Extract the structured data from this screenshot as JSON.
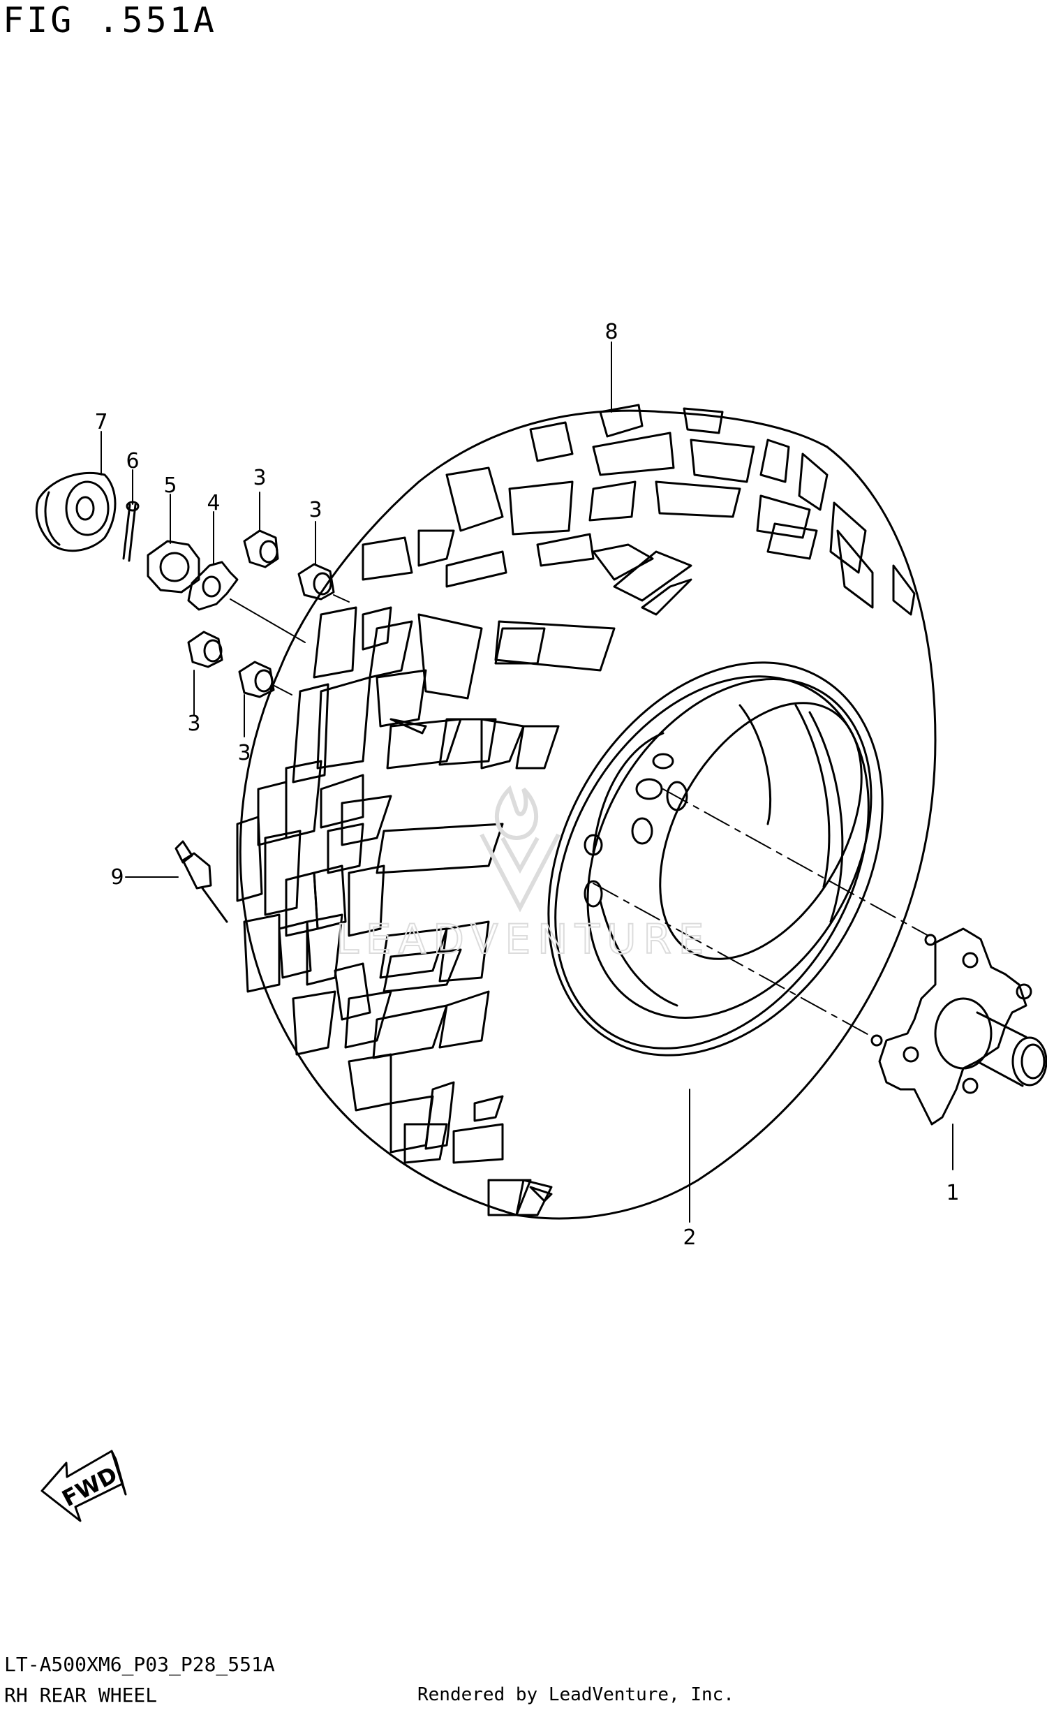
{
  "figure": {
    "title": "FIG .551A",
    "code": "LT-A500XM6_P03_P28_551A",
    "caption": "RH REAR WHEEL",
    "credit": "Rendered by LeadVenture, Inc."
  },
  "watermark": {
    "text": "LEADVENTURE"
  },
  "direction_badge": {
    "label": "FWD"
  },
  "callouts": [
    {
      "id": "hub",
      "label": "1"
    },
    {
      "id": "wheel-rim",
      "label": "2"
    },
    {
      "id": "nut-a",
      "label": "3"
    },
    {
      "id": "nut-b",
      "label": "3"
    },
    {
      "id": "nut-c",
      "label": "3"
    },
    {
      "id": "nut-d",
      "label": "3"
    },
    {
      "id": "lock-washer",
      "label": "4"
    },
    {
      "id": "castle-nut",
      "label": "5"
    },
    {
      "id": "cotter-pin",
      "label": "6"
    },
    {
      "id": "hub-cap",
      "label": "7"
    },
    {
      "id": "tire",
      "label": "8"
    },
    {
      "id": "valve",
      "label": "9"
    }
  ],
  "colors": {
    "line": "#000000",
    "background": "#ffffff",
    "watermark": "#d9d9d9"
  }
}
